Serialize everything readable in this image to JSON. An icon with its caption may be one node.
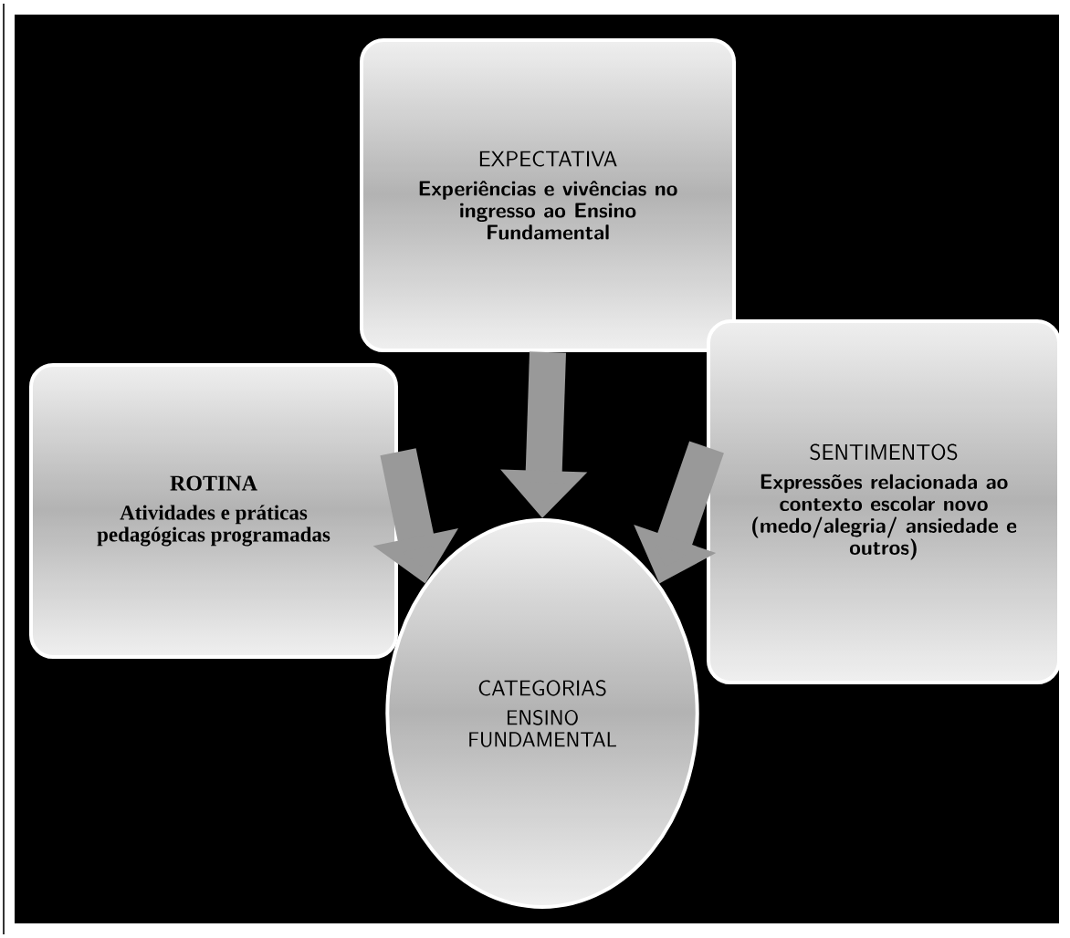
{
  "diagram": {
    "nodes": [
      {
        "text": [
          "EXPECTATIVA",
          "Experiências e vivências no ingresso ao Ensino Fundamental"
        ]
      },
      {
        "text": [
          "ROTINA",
          "Atividades e práticas pedagógicas programadas"
        ]
      },
      {
        "text": [
          "SENTIMENTOS",
          "Expressões relacionada ao contexto escolar novo (medo/alegria/ ansiedade e outros)"
        ]
      },
      {
        "text": [
          "CATEGORIAS",
          "ENSINO FUNDAMENTAL"
        ]
      }
    ],
    "edges": [
      {
        "from": 0,
        "to": 3,
        "arrow": "to"
      },
      {
        "from": 1,
        "to": 3,
        "arrow": "to"
      },
      {
        "from": 2,
        "to": 3,
        "arrow": "to"
      }
    ]
  }
}
